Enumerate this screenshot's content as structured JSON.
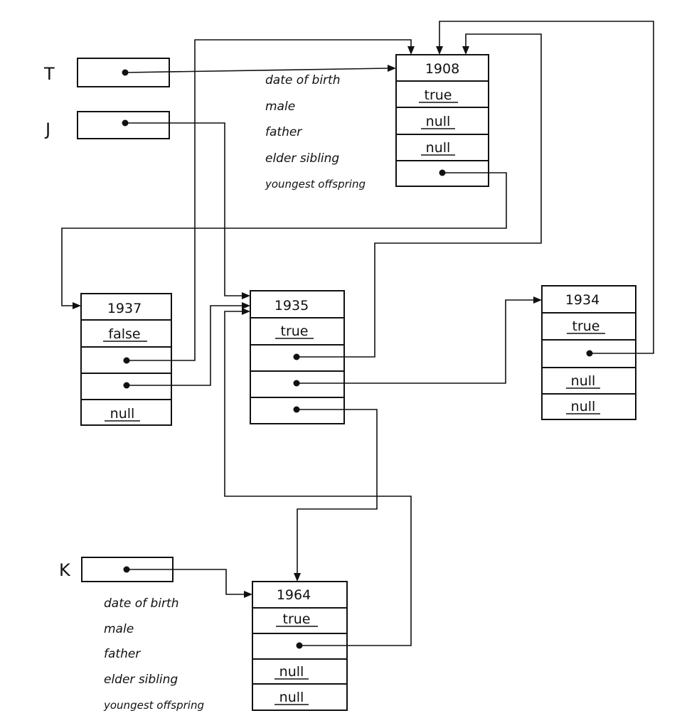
{
  "variables": {
    "t": "T",
    "j": "J",
    "k": "K"
  },
  "field_labels": [
    "date of birth",
    "male",
    "father",
    "elder sibling",
    "youngest offspring"
  ],
  "records": {
    "r1908": {
      "year": "1908",
      "male": "true",
      "father": "null",
      "elder_sibling": "null"
    },
    "r1937": {
      "year": "1937",
      "male": "false",
      "youngest_offspring": "null"
    },
    "r1935": {
      "year": "1935",
      "male": "true"
    },
    "r1934": {
      "year": "1934",
      "male": "true",
      "elder_sibling": "null",
      "youngest_offspring": "null"
    },
    "r1964": {
      "year": "1964",
      "male": "true",
      "elder_sibling": "null",
      "youngest_offspring": "null"
    }
  }
}
